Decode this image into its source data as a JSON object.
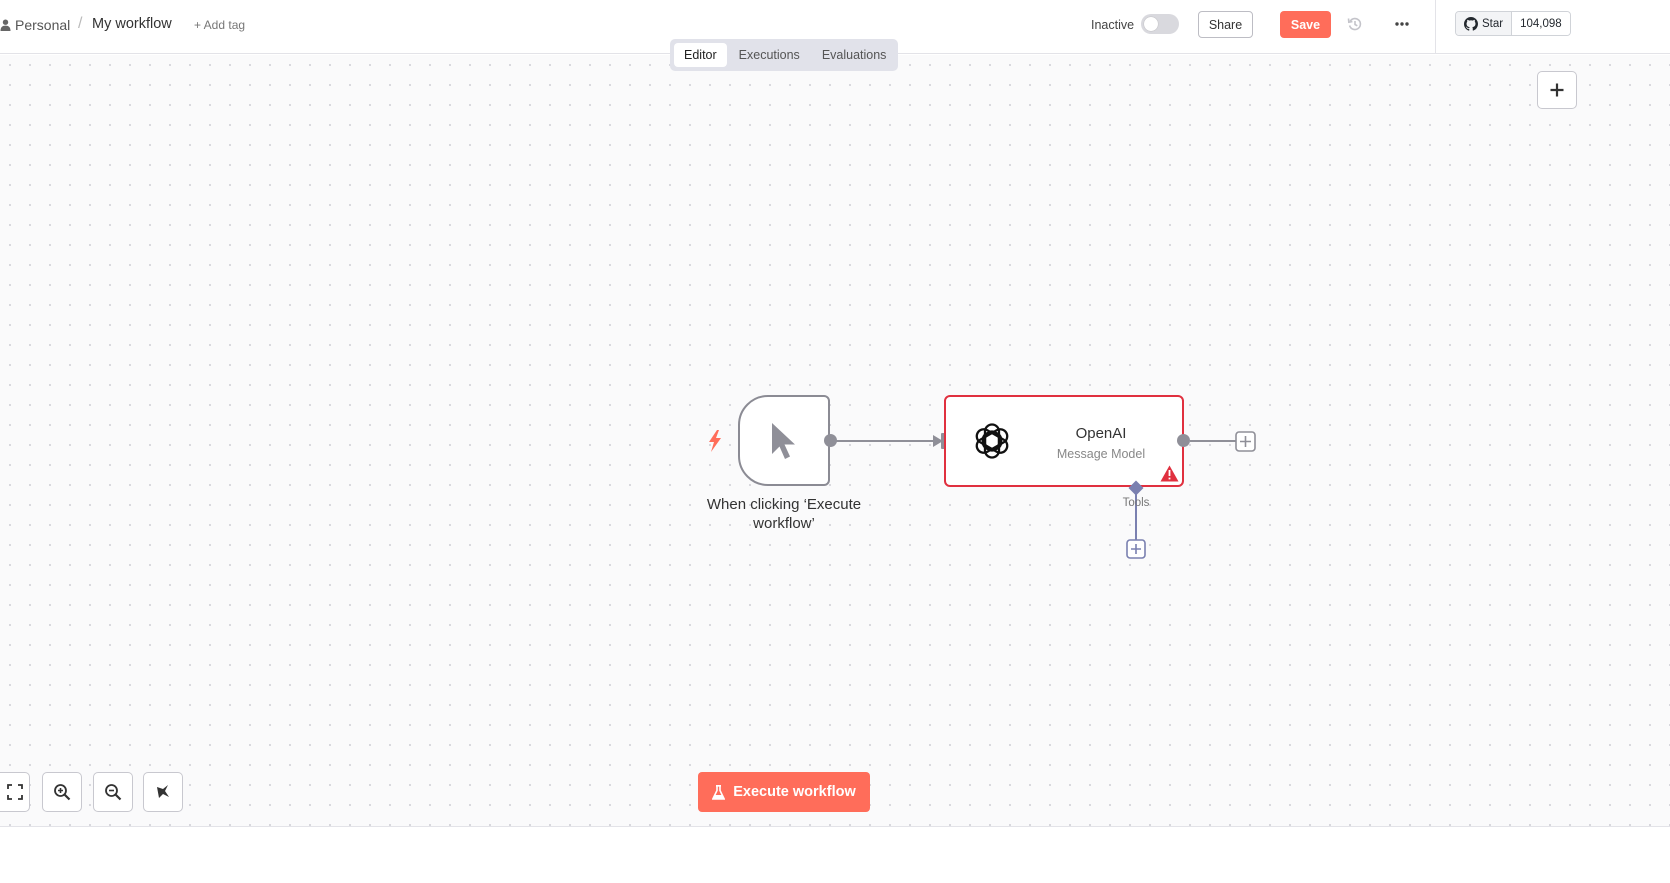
{
  "header": {
    "breadcrumb_project": "Personal",
    "breadcrumb_separator": "/",
    "workflow_name": "My workflow",
    "add_tag_label": "+ Add tag",
    "status_label": "Inactive",
    "active": false,
    "share_label": "Share",
    "save_label": "Save",
    "github": {
      "star_label": "Star",
      "star_count": "104,098"
    }
  },
  "tabs": [
    {
      "label": "Editor",
      "active": true
    },
    {
      "label": "Executions",
      "active": false
    },
    {
      "label": "Evaluations",
      "active": false
    }
  ],
  "nodes": {
    "trigger": {
      "label": "When clicking ‘Execute workflow’",
      "icon": "cursor-icon"
    },
    "openai": {
      "title": "OpenAI",
      "subtitle": "Message Model",
      "icon": "openai-logo-icon",
      "has_warning": true,
      "tools_label": "Tools"
    }
  },
  "footer": {
    "execute_label": "Execute workflow"
  },
  "colors": {
    "accent": "#ff6d5a",
    "error": "#e0303f",
    "connector": "#8f8f98",
    "tools_handle": "#7a80b0"
  }
}
